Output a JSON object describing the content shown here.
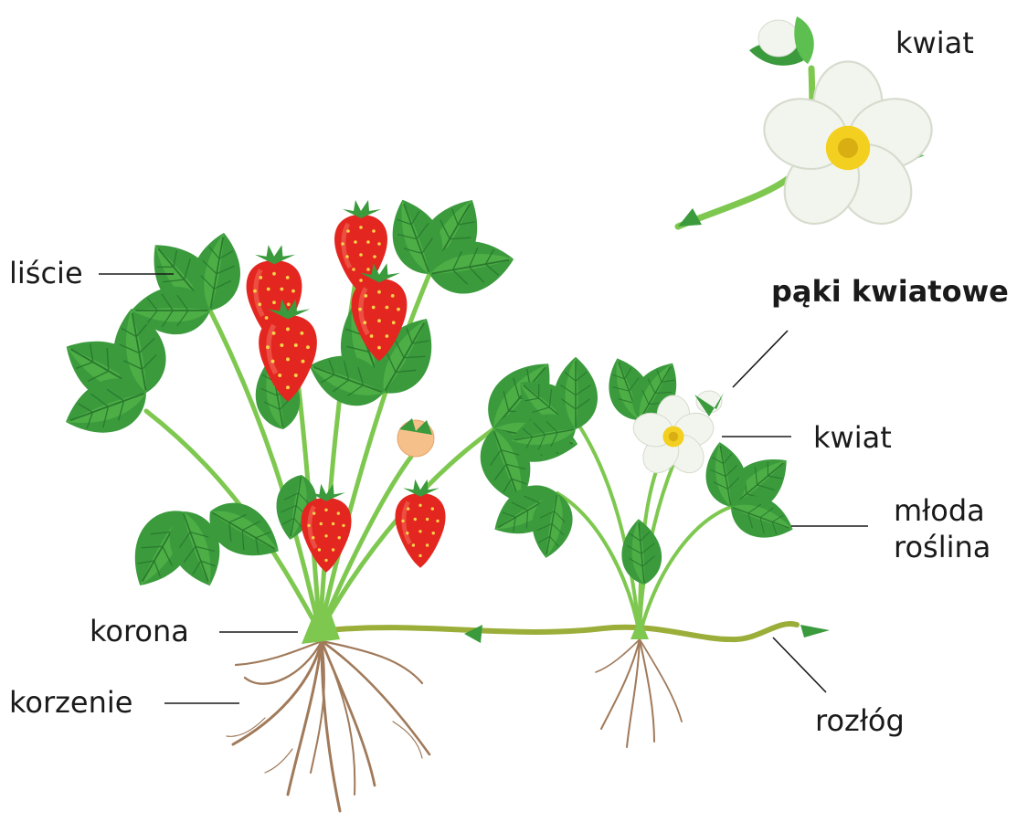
{
  "labels": {
    "kwiat_top": "kwiat",
    "liscie": "liście",
    "paki": "pąki kwiatowe",
    "kwiat": "kwiat",
    "mloda_1": "młoda",
    "mloda_2": "roślina",
    "korona": "korona",
    "korzenie": "korzenie",
    "rozlog": "rozłóg"
  },
  "colors": {
    "leaf": "#3a9a3c",
    "leaf_light": "#5cbf4f",
    "stem": "#7ec850",
    "berry": "#e3261f",
    "root": "#a07a5a",
    "runner": "#9cae3a",
    "petal": "#f2f5ee",
    "flower_center": "#f3d020"
  }
}
